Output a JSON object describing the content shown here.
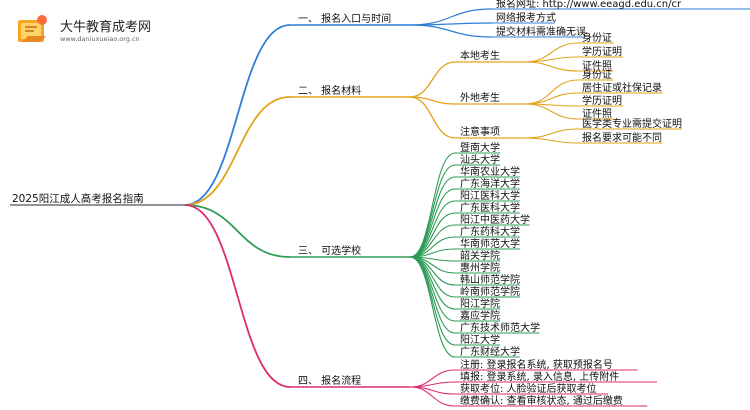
{
  "logo": {
    "name": "大牛教育成考网",
    "url": "www.daniuxueiao.org.cn",
    "icon": "book-logo-icon"
  },
  "root": "2025阳江成人高考报名指南",
  "colors": {
    "branch1": "#2d7fd9",
    "branch2": "#e3a21a",
    "branch3": "#2e9b57",
    "branch4": "#de2a74",
    "root": "#555555"
  },
  "branches": [
    {
      "label": "一、 报名入口与时间",
      "children": [
        {
          "label": "报名网址: http://www.eeagd.edu.cn/cr"
        },
        {
          "label": "网络报考方式"
        },
        {
          "label": "提交材料需准确无误"
        }
      ]
    },
    {
      "label": "二、 报名材料",
      "children": [
        {
          "label": "本地考生",
          "children": [
            "身份证",
            "学历证明",
            "证件照"
          ]
        },
        {
          "label": "外地考生",
          "children": [
            "身份证",
            "居住证或社保记录",
            "学历证明",
            "证件照"
          ]
        },
        {
          "label": "注意事项",
          "children": [
            "医学类专业需提交证明",
            "报名要求可能不同"
          ]
        }
      ]
    },
    {
      "label": "三、 可选学校",
      "children": [
        {
          "label": "暨南大学"
        },
        {
          "label": "汕头大学"
        },
        {
          "label": "华南农业大学"
        },
        {
          "label": "广东海洋大学"
        },
        {
          "label": "阳江医科大学"
        },
        {
          "label": "广东医科大学"
        },
        {
          "label": "阳江中医药大学"
        },
        {
          "label": "广东药科大学"
        },
        {
          "label": "华南师范大学"
        },
        {
          "label": "韶关学院"
        },
        {
          "label": "惠州学院"
        },
        {
          "label": "韩山师范学院"
        },
        {
          "label": "岭南师范学院"
        },
        {
          "label": "阳江学院"
        },
        {
          "label": "嘉应学院"
        },
        {
          "label": "广东技术师范大学"
        },
        {
          "label": "阳江大学"
        },
        {
          "label": "广东财经大学"
        }
      ]
    },
    {
      "label": "四、 报名流程",
      "children": [
        {
          "label": "注册: 登录报名系统, 获取预报名号"
        },
        {
          "label": "填报: 登录系统, 录入信息, 上传附件"
        },
        {
          "label": "获取考位: 人脸验证后获取考位"
        },
        {
          "label": "缴费确认: 查看审核状态, 通过后缴费"
        }
      ]
    }
  ]
}
